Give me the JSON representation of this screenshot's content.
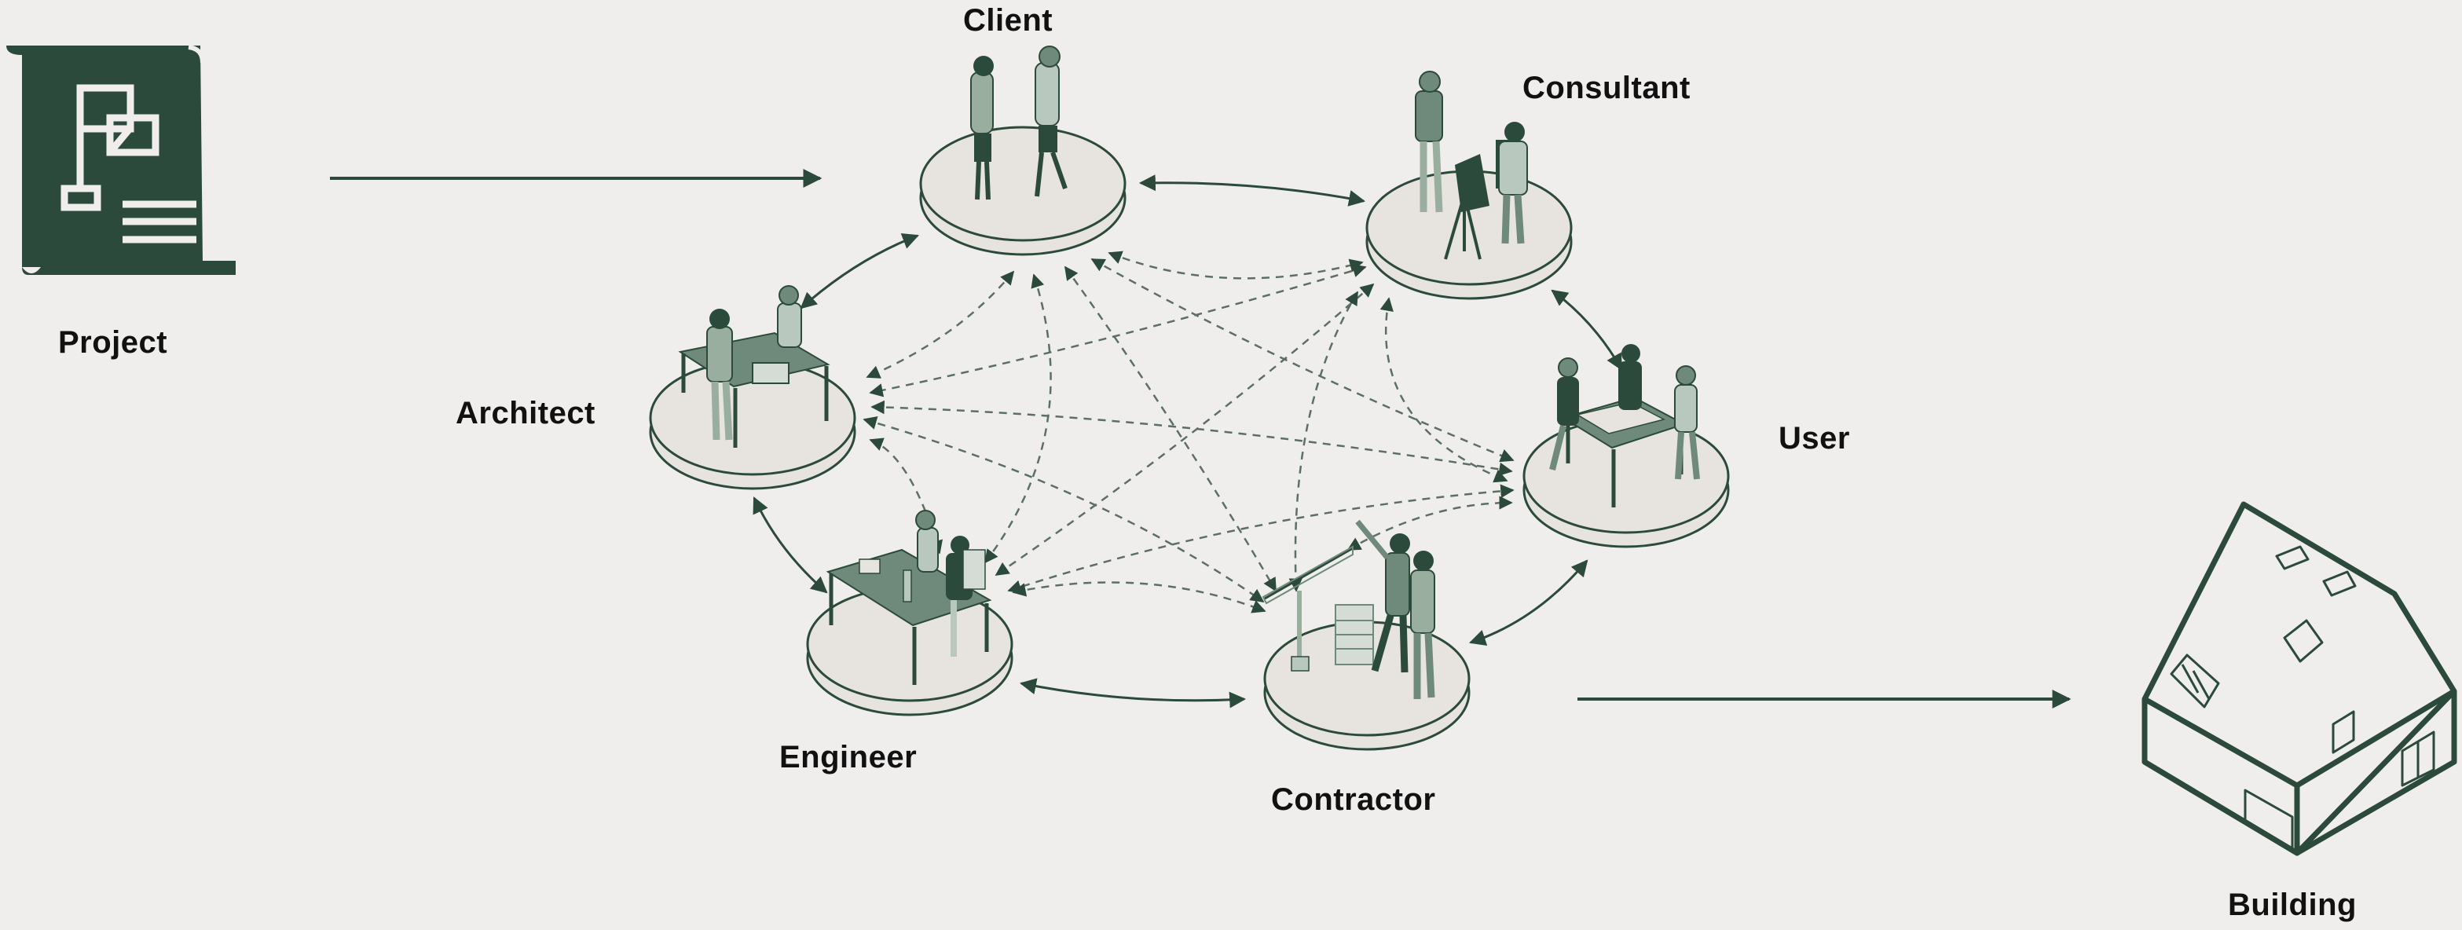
{
  "colors": {
    "background": "#efeeec",
    "primary": "#2c4a3b",
    "platform_fill": "#e7e4df",
    "people_fill": "#6f8a7b",
    "people_light": "#b9c8bf",
    "text": "#111111"
  },
  "labels": {
    "project": "Project",
    "client": "Client",
    "consultant": "Consultant",
    "architect": "Architect",
    "user": "User",
    "engineer": "Engineer",
    "contractor": "Contractor",
    "building": "Building"
  },
  "icons": {
    "project": "project-plan-scroll-icon",
    "building": "house-building-icon"
  }
}
